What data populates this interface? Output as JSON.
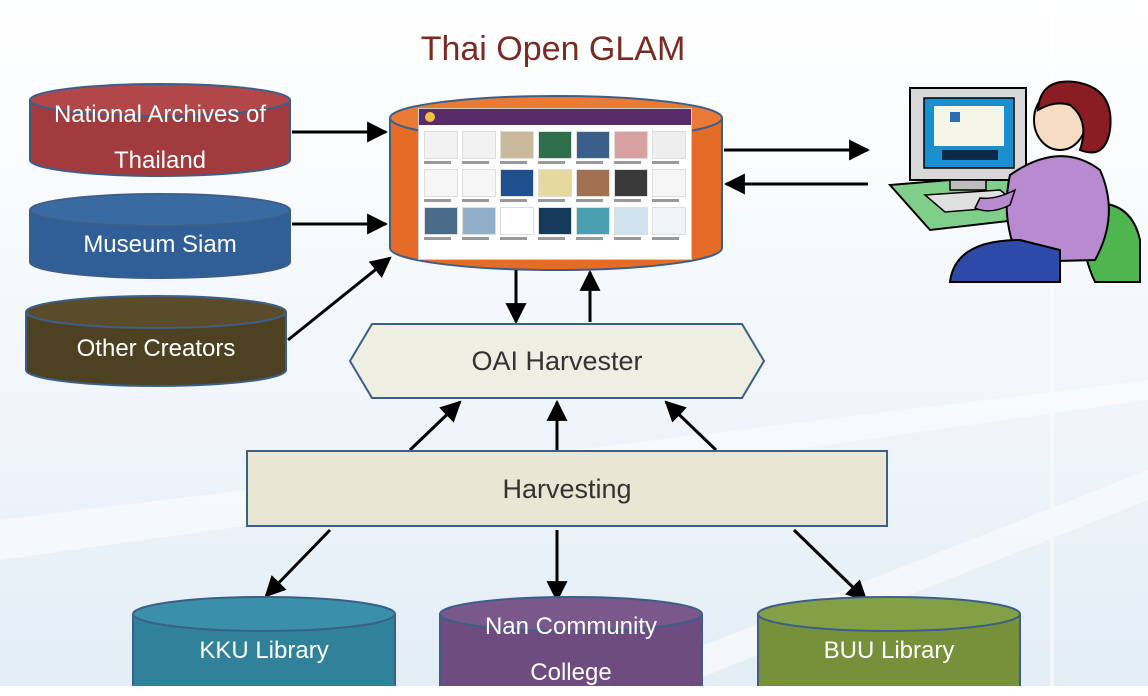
{
  "title": "Thai Open GLAM",
  "sources": [
    {
      "label": "National Archives of Thailand",
      "color": "#a23b3d"
    },
    {
      "label": "Museum Siam",
      "color": "#2f5f96"
    },
    {
      "label": "Other Creators",
      "color": "#4d4122"
    }
  ],
  "harvester": {
    "label": "OAI Harvester"
  },
  "harvesting": {
    "label": "Harvesting"
  },
  "providers": [
    {
      "label": "KKU Library",
      "color": "#2f8299"
    },
    {
      "label": "Nan Community College",
      "color": "#6e4c80"
    },
    {
      "label": "BUU Library",
      "color": "#76913a"
    }
  ],
  "repository": {
    "color": "#e46c26"
  },
  "colors": {
    "cylinder_stroke": "#3c5f8a",
    "box_fill": "#e9e6d4",
    "harvester_fill": "#efeee3",
    "arrow": "#000000"
  },
  "icons": {
    "user": "user-at-computer-icon"
  }
}
